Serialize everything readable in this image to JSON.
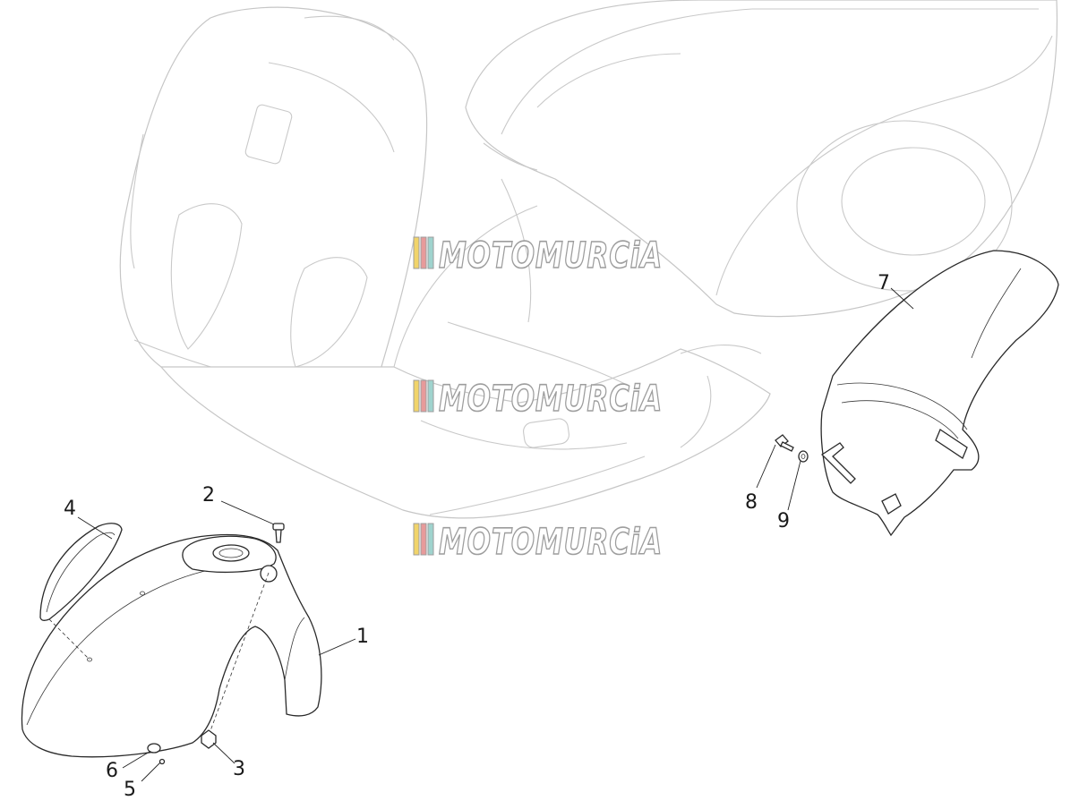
{
  "callouts": {
    "c1": "1",
    "c2": "2",
    "c3": "3",
    "c4": "4",
    "c5": "5",
    "c6": "6",
    "c7": "7",
    "c8": "8",
    "c9": "9"
  },
  "watermark": {
    "text": "MOTOMURCiA",
    "stripe_colors": [
      "#f1d46a",
      "#e79a9a",
      "#9fd3ce"
    ]
  }
}
